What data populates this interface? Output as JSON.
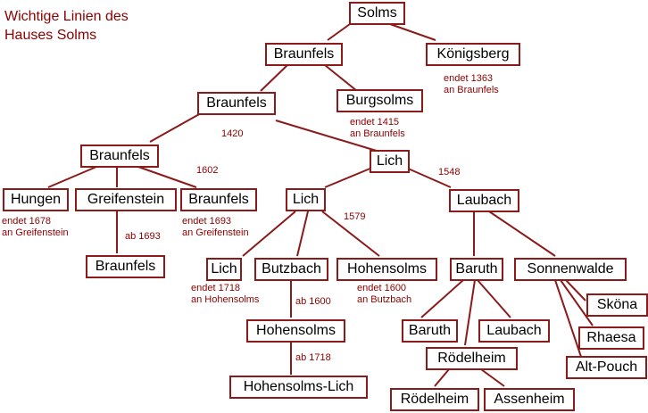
{
  "title_line1": "Wichtige Linien des",
  "title_line2": "Hauses Solms",
  "line_color": "#8b1a1a",
  "node_border_color": "#8b1a1a",
  "note_color": "#8b0000",
  "nodes": {
    "solms": "Solms",
    "braunfels_1": "Braunfels",
    "koenigsberg": "Königsberg",
    "braunfels_2": "Braunfels",
    "burgsolms": "Burgsolms",
    "braunfels_3": "Braunfels",
    "lich_1": "Lich",
    "hungen": "Hungen",
    "greifenstein": "Greifenstein",
    "braunfels_4": "Braunfels",
    "lich_2": "Lich",
    "laubach_1": "Laubach",
    "braunfels_5": "Braunfels",
    "lich_3": "Lich",
    "butzbach": "Butzbach",
    "hohensolms_1": "Hohensolms",
    "baruth_1": "Baruth",
    "sonnenwalde": "Sonnenwalde",
    "hohensolms_2": "Hohensolms",
    "skoena": "Sköna",
    "baruth_2": "Baruth",
    "laubach_2": "Laubach",
    "rhaesa": "Rhaesa",
    "roedelheim_1": "Rödelheim",
    "alt_pouch": "Alt-Pouch",
    "hohensolms_lich": "Hohensolms-Lich",
    "roedelheim_2": "Rödelheim",
    "assenheim": "Assenheim"
  },
  "notes": {
    "koenigsberg_1": "endet 1363",
    "koenigsberg_2": "an Braunfels",
    "year_1420": "1420",
    "burgsolms_1": "endet 1415",
    "burgsolms_2": "an Braunfels",
    "year_1602": "1602",
    "year_1548": "1548",
    "hungen_1": "endet 1678",
    "hungen_2": "an Greifenstein",
    "greifenstein_ab": "ab 1693",
    "braunfels4_1": "endet 1693",
    "braunfels4_2": "an Greifenstein",
    "year_1579": "1579",
    "lich3_1": "endet 1718",
    "lich3_2": "an Hohensolms",
    "butzbach_ab": "ab 1600",
    "hohensolms1_1": "endet 1600",
    "hohensolms1_2": "an Butzbach",
    "hohensolms2_ab": "ab 1718"
  }
}
